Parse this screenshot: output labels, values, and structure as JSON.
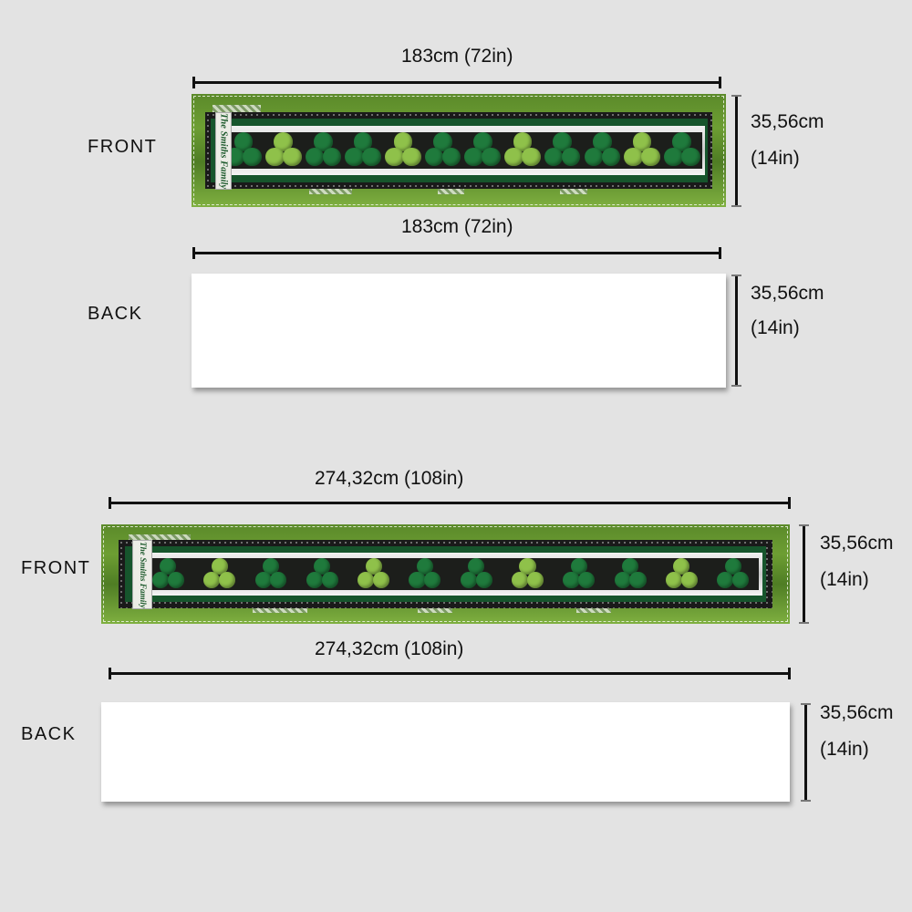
{
  "runners": [
    {
      "front": {
        "label": "FRONT",
        "width_label": "183cm (72in)",
        "height_cm": "35,56cm",
        "height_in": "(14in)",
        "name_tag": "The Smiths Family",
        "shamrocks": [
          "dark",
          "light",
          "dark",
          "dark",
          "light",
          "dark",
          "dark",
          "light",
          "dark",
          "dark",
          "light",
          "dark"
        ]
      },
      "back": {
        "label": "BACK",
        "width_label": "183cm (72in)",
        "height_cm": "35,56cm",
        "height_in": "(14in)"
      }
    },
    {
      "front": {
        "label": "FRONT",
        "width_label": "274,32cm (108in)",
        "height_cm": "35,56cm",
        "height_in": "(14in)",
        "name_tag": "The Smiths Family",
        "shamrocks": [
          "dark",
          "light",
          "dark",
          "dark",
          "light",
          "dark",
          "dark",
          "light",
          "dark",
          "dark",
          "light",
          "dark"
        ]
      },
      "back": {
        "label": "BACK",
        "width_label": "274,32cm (108in)",
        "height_cm": "35,56cm",
        "height_in": "(14in)"
      }
    }
  ],
  "colors": {
    "background": "#e3e3e3",
    "shamrock_dark": "#1f7a3c",
    "shamrock_light": "#8fc14a",
    "border_green": "#5b8a2a"
  }
}
